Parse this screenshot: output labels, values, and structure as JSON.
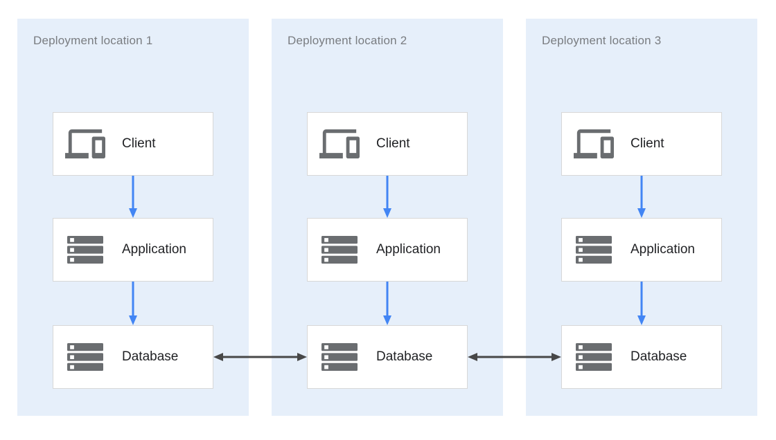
{
  "diagram": {
    "colors": {
      "canvas_bg": "#ffffff",
      "panel_bg": "#e6effa",
      "box_bg": "#ffffff",
      "box_border": "#d7d7d7",
      "title_text": "#797c80",
      "label_text": "#1f2023",
      "icon": "#6a6d70",
      "flow_arrow": "#4285f4",
      "sync_arrow": "#474747"
    },
    "locations": [
      {
        "title": "Deployment location 1",
        "nodes": [
          {
            "label": "Client",
            "icon": "devices-icon"
          },
          {
            "label": "Application",
            "icon": "server-stack-icon"
          },
          {
            "label": "Database",
            "icon": "server-stack-icon"
          }
        ]
      },
      {
        "title": "Deployment location 2",
        "nodes": [
          {
            "label": "Client",
            "icon": "devices-icon"
          },
          {
            "label": "Application",
            "icon": "server-stack-icon"
          },
          {
            "label": "Database",
            "icon": "server-stack-icon"
          }
        ]
      },
      {
        "title": "Deployment location 3",
        "nodes": [
          {
            "label": "Client",
            "icon": "devices-icon"
          },
          {
            "label": "Application",
            "icon": "server-stack-icon"
          },
          {
            "label": "Database",
            "icon": "server-stack-icon"
          }
        ]
      }
    ]
  }
}
